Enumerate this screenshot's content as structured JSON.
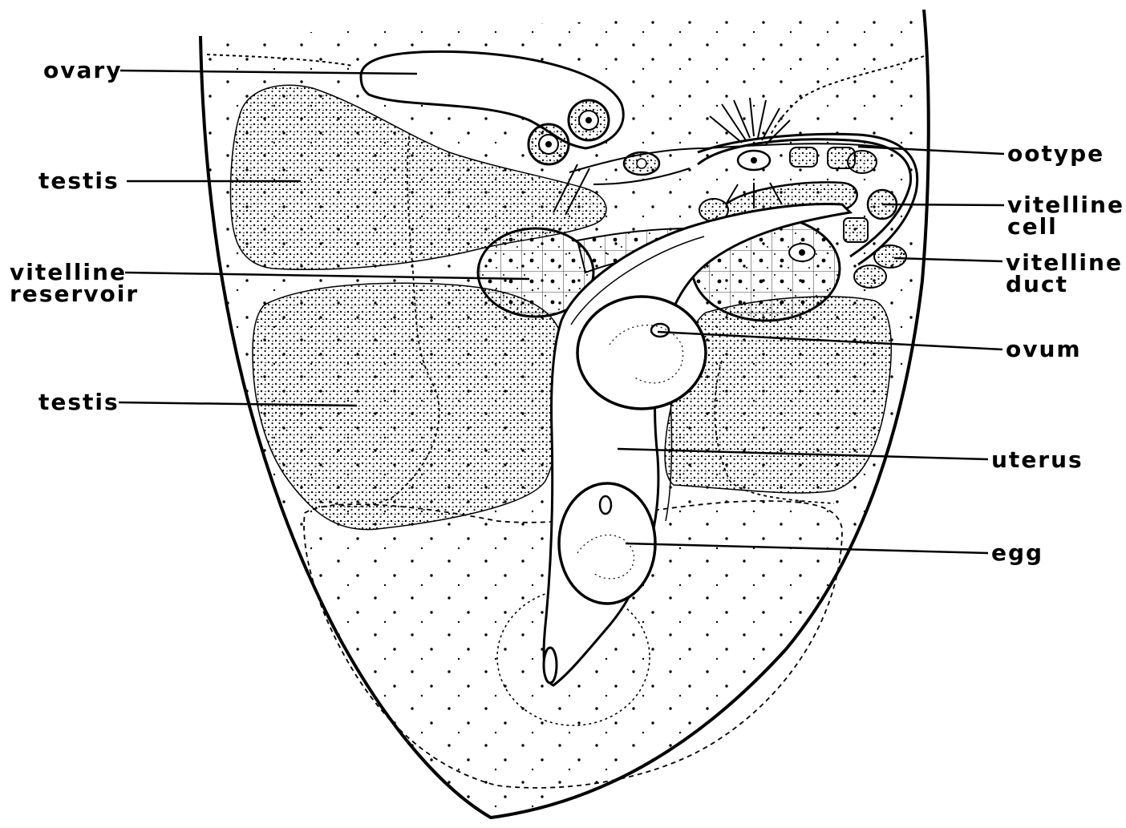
{
  "labels": {
    "ovary": "ovary",
    "testis_upper": "testis",
    "vitelline_reservoir": [
      "vitelline",
      "reservoir"
    ],
    "testis_lower": "testis",
    "ootype": "ootype",
    "vitelline_cell": [
      "vitelline",
      "cell"
    ],
    "vitelline_duct": [
      "vitelline",
      "duct"
    ],
    "ovum": "ovum",
    "uterus": "uterus",
    "egg": "egg"
  },
  "colors": {
    "ink": "#000000",
    "background": "#ffffff"
  }
}
